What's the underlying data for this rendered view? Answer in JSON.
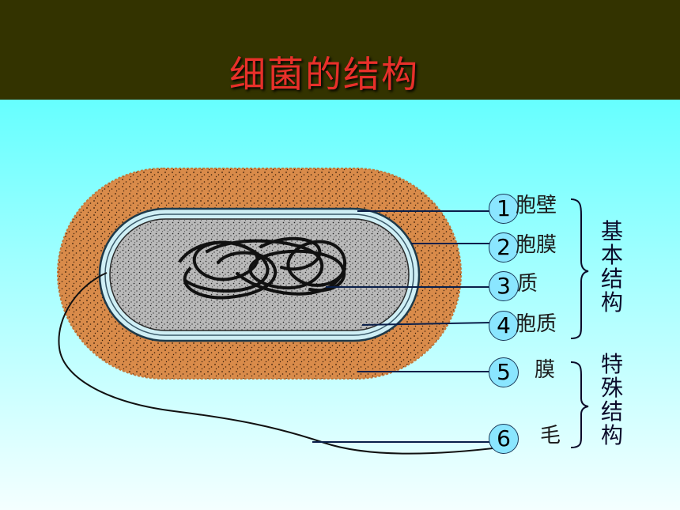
{
  "title": "细菌的结构",
  "labels": [
    {
      "num": "1",
      "text": "胞壁"
    },
    {
      "num": "2",
      "text": "胞膜"
    },
    {
      "num": "3",
      "text": "质"
    },
    {
      "num": "4",
      "text": "胞质"
    },
    {
      "num": "5",
      "text": "膜"
    },
    {
      "num": "6",
      "text": "毛"
    }
  ],
  "groups": [
    {
      "text": "基本结构"
    },
    {
      "text": "特殊结构"
    }
  ],
  "colors": {
    "header": "#333300",
    "title": "#e8302a",
    "capsule": "#d98b4a",
    "wall": "#cfeff5",
    "cytoplasm": "#b8b8b8",
    "badge": "#8ae6ff",
    "leader": "#0a1f4a"
  }
}
